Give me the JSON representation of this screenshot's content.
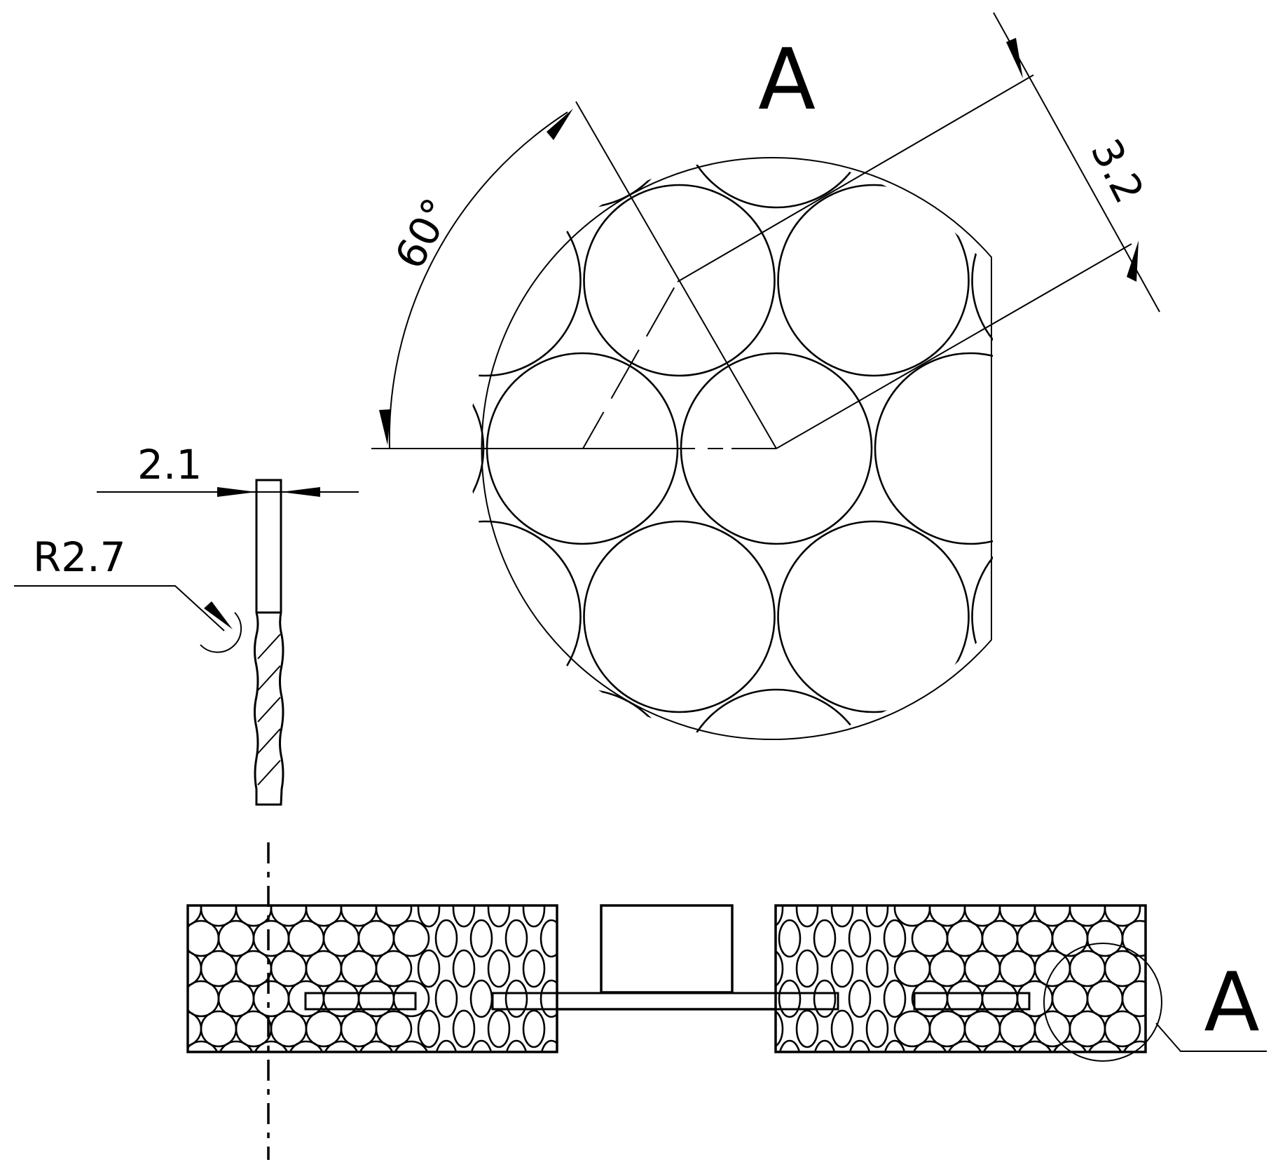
{
  "detail_view": {
    "label": "A",
    "angle_dimension": "60°",
    "pitch_dimension": "3.2"
  },
  "section_view": {
    "width_dimension": "2.1",
    "radius_dimension": "R2.7"
  },
  "front_view": {
    "detail_callout": "A"
  }
}
